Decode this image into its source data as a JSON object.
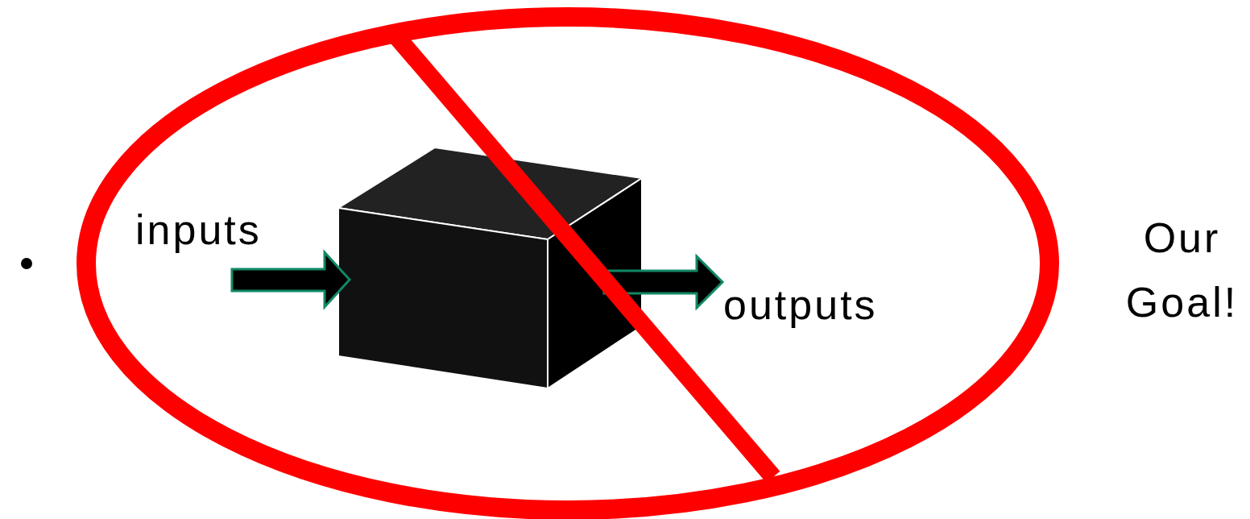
{
  "diagram": {
    "labels": [
      "inputs",
      "outputs",
      "Our Goal!"
    ]
  }
}
